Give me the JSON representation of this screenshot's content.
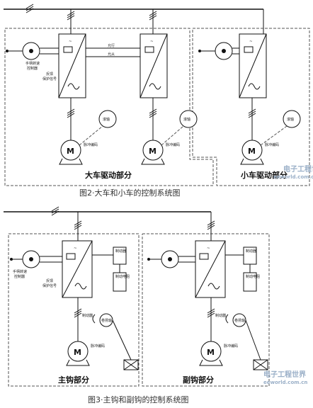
{
  "figure2": {
    "caption": "图2·大车和小车的控制系统图",
    "section_left": "大车驱动部分",
    "section_right": "小车驱动部分",
    "signal_forward": "允行",
    "signal_reverse": "允从",
    "handle_label_1": "手柄转速",
    "handle_label_2": "控制器",
    "feedback_label_1": "反馈",
    "feedback_label_2": "保护信号",
    "encoder_label": "脉冲编码",
    "axis_label": "滚轴",
    "motor_label": "M"
  },
  "figure3": {
    "caption": "图3·主钩和副钩的控制系统图",
    "section_left": "主钩部分",
    "section_right": "副钩部分",
    "handle_label_1": "手柄转速",
    "handle_label_2": "控制器",
    "feedback_label_1": "反馈",
    "feedback_label_2": "保护信号",
    "brake_unit_label": "制动器",
    "brake_resistor_label": "制动电阻",
    "brake_label": "制动器",
    "drum_label": "卷扬轴",
    "encoder_label": "脉冲编码",
    "motor_label": "M"
  },
  "watermarks": {
    "wm1_cn": "电子工程世界",
    "wm1_en": "eeworld.com.cn",
    "wm2_cn": "电子工程世界",
    "wm2_en": "eeworld.com.cn"
  }
}
